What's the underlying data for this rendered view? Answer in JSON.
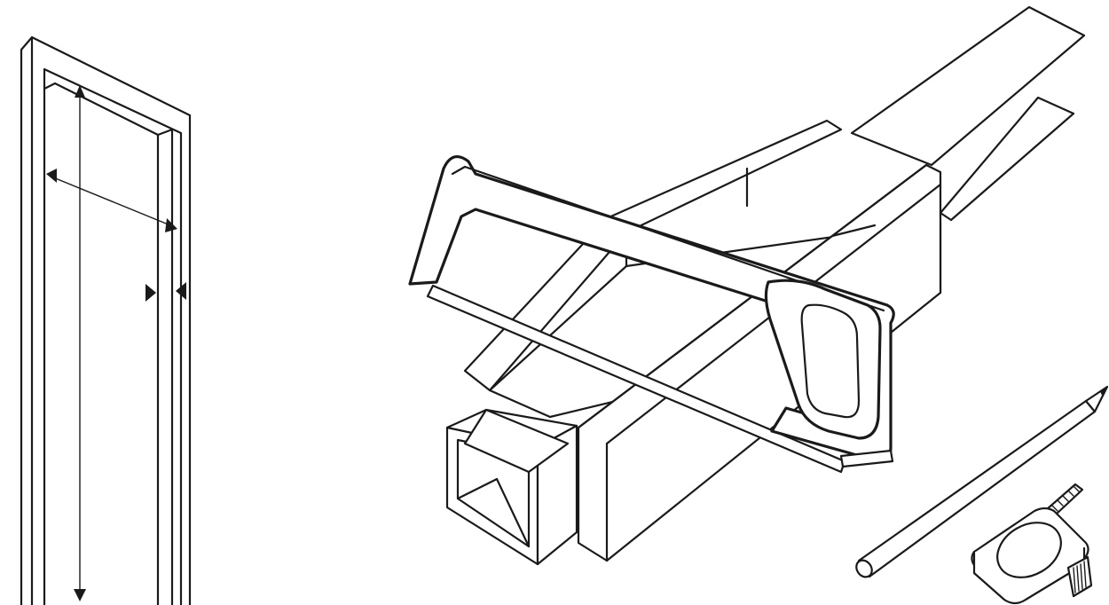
{
  "illustration": {
    "parts": [
      "door-frame-measurement",
      "mitre-box",
      "hacksaw",
      "pencil",
      "tape-measure"
    ],
    "line_color": "#1a1a1a",
    "background": "#ffffff"
  }
}
